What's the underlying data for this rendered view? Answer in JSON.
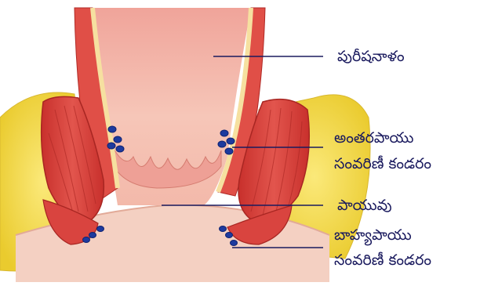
{
  "labels": {
    "rectum": "పురీషనాళం",
    "internal_sphincter_line1": "అంతరపాయు",
    "internal_sphincter_line2": "సంవరిణీ కండరం",
    "anus": "పాయువు",
    "external_sphincter_line1": "బాహ్యపాయు",
    "external_sphincter_line2": "సంవరిణీ కండరం"
  },
  "colors": {
    "fat": "#f5dc4c",
    "muscle": "#d9443f",
    "mucosa": "#f2a9a0",
    "lumen": "#f6c3b4",
    "vessel": "#1d3a9e",
    "leader_line": "#1a1a5e"
  }
}
